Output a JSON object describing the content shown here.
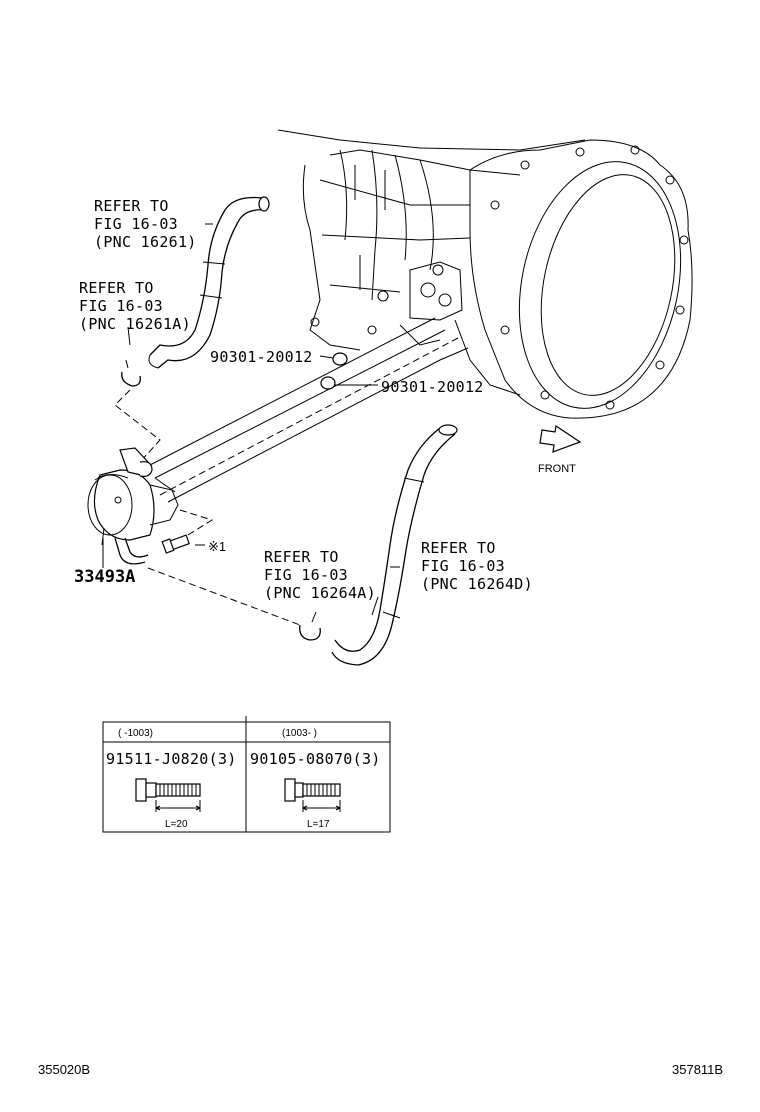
{
  "callouts": {
    "hose_upper": {
      "line1": "REFER TO",
      "line2": "FIG 16-03",
      "line3": "(PNC 16261)"
    },
    "clamp_upper": {
      "line1": "REFER TO",
      "line2": "FIG 16-03",
      "line3": "(PNC 16261A)"
    },
    "gasket_a": "90301-20012",
    "gasket_b": "90301-20012",
    "front": "FRONT",
    "cooler": "33493A",
    "bolt_mark": "※1",
    "clamp_lower": {
      "line1": "REFER TO",
      "line2": "FIG 16-03",
      "line3": "(PNC 16264A)"
    },
    "hose_lower": {
      "line1": "REFER TO",
      "line2": "FIG 16-03",
      "line3": "(PNC 16264D)"
    }
  },
  "bolt_table": {
    "columns": [
      {
        "range": "(      -1003)",
        "part": "91511-J0820(3)",
        "length": "L=20"
      },
      {
        "range": "(1003-      )",
        "part": "90105-08070(3)",
        "length": "L=17"
      }
    ]
  },
  "footer": {
    "left_code": "355020B",
    "right_code": "357811B"
  }
}
